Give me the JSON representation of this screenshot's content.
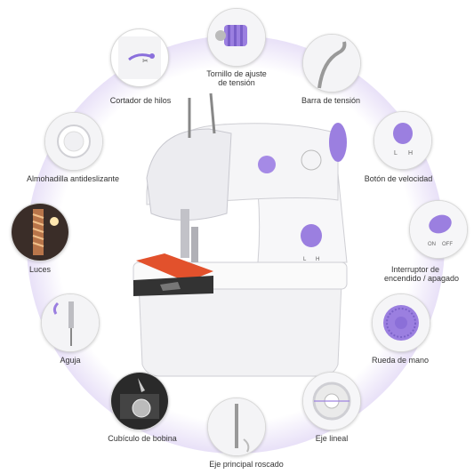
{
  "labels": {
    "cortador": "Cortador de hilos",
    "tornillo_l1": "Tornillo de ajuste",
    "tornillo_l2": "de tensión",
    "barra": "Barra de tensión",
    "almohadilla": "Almohadilla antideslizante",
    "velocidad": "Botón de velocidad",
    "luces": "Luces",
    "interruptor_l1": "Interruptor de",
    "interruptor_l2": "encendido / apagado",
    "aguja": "Aguja",
    "rueda": "Rueda de mano",
    "bobina": "Cubículo de bobina",
    "eje_lineal": "Eje lineal",
    "eje_principal": "Eje principal roscado"
  },
  "marks": {
    "low": "L",
    "high": "H",
    "on": "ON",
    "off": "OFF"
  },
  "colors": {
    "accent": "#9b7fe0",
    "machine_body": "#f4f4f6",
    "fabric": "#e2512c"
  }
}
